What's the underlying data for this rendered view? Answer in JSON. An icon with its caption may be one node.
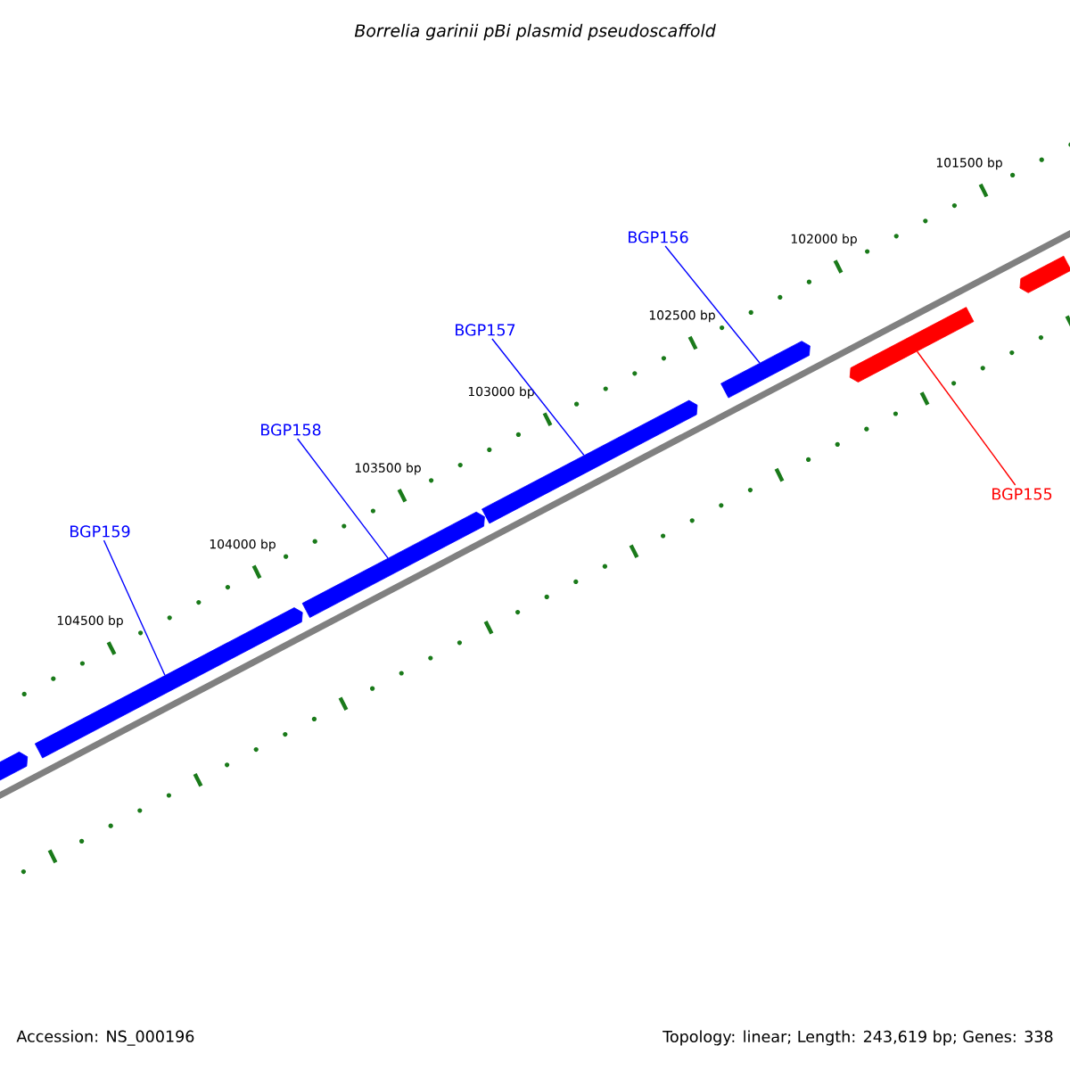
{
  "diagram": {
    "title": "Borrelia garinii pBi plasmid pseudoscaffold",
    "nodes": [
      {
        "text": [
          "BGP156"
        ]
      },
      {
        "text": [
          "BGP157"
        ]
      },
      {
        "text": [
          "BGP158"
        ]
      },
      {
        "text": [
          "BGP159"
        ]
      },
      {
        "text": [
          "BGP155"
        ]
      },
      {
        "text": [],
        "shape": "arrow"
      },
      {
        "text": [],
        "shape": "arrow"
      },
      {
        "text": [],
        "shape": "arrow"
      },
      {
        "text": [],
        "shape": "arrow"
      },
      {
        "text": [],
        "shape": "arrow"
      },
      {
        "text": [],
        "shape": "arrow"
      },
      {
        "text": [],
        "shape": "arrow"
      }
    ],
    "edges": [
      {
        "from": 0,
        "to": 9,
        "arrow": "none"
      },
      {
        "from": 1,
        "to": 8,
        "arrow": "none"
      },
      {
        "from": 2,
        "to": 7,
        "arrow": "none"
      },
      {
        "from": 3,
        "to": 6,
        "arrow": "none"
      },
      {
        "from": 4,
        "to": 10,
        "arrow": "none",
        "color": "#ff0000"
      }
    ],
    "labels": [
      "101500 bp",
      "102000 bp",
      "102500 bp",
      "103000 bp",
      "103500 bp",
      "104000 bp",
      "104500 bp",
      "Accession: NS_000196",
      "Topology: linear; Length: 243,619 bp; Genes: 338"
    ]
  }
}
